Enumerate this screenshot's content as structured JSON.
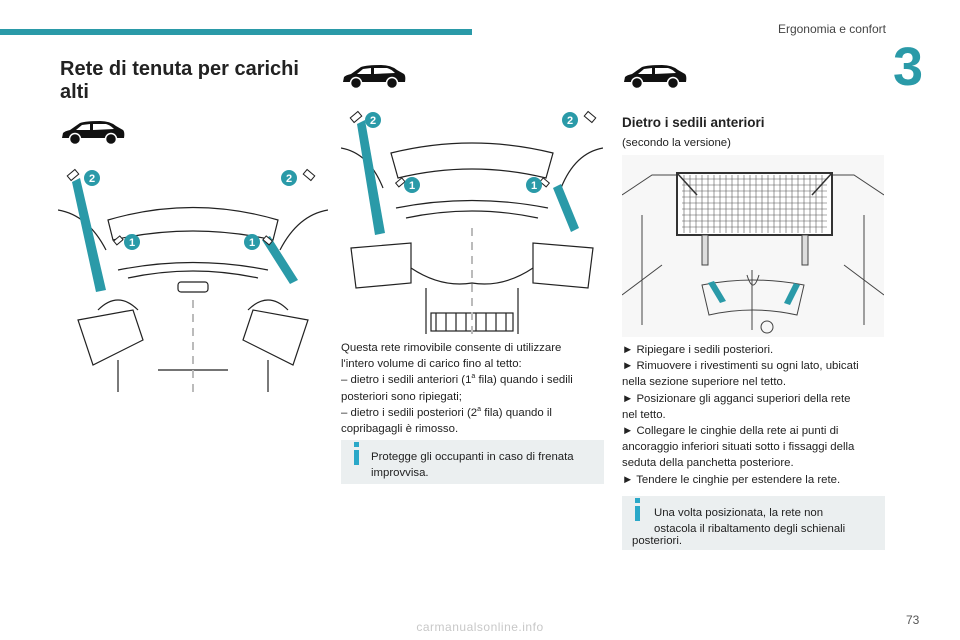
{
  "header": {
    "section": "Ergonomia e confort",
    "chapter": "3"
  },
  "page_number": "73",
  "footer_watermark": "carmanualsonline.info",
  "title": "Rete di tenuta per carichi alti",
  "middle_intro": {
    "line1": "Questa rete rimovibile consente di utilizzare",
    "line2": "l'intero volume di carico fino al tetto:",
    "line3a": "– dietro i sedili anteriori (1",
    "line3sup": "a",
    "line3b": " fila) quando i sedili",
    "line4": "posteriori sono ripiegati;",
    "line5a": "– dietro i sedili posteriori (2",
    "line5sup": "a",
    "line5b": " fila) quando il",
    "line6": "copribagagli è rimosso."
  },
  "middle_note": {
    "line1": "Protegge gli occupanti in caso di frenata",
    "line2": "improvvisa."
  },
  "right": {
    "heading": "Dietro i sedili anteriori",
    "subtitle": "(secondo la versione)",
    "steps": [
      "► Ripiegare i sedili posteriori.",
      "► Rimuovere i rivestimenti su ogni lato, ubicati",
      "nella sezione superiore nel tetto.",
      "► Posizionare gli agganci superiori della rete",
      "nel tetto.",
      "► Collegare le cinghie della rete ai punti di",
      "ancoraggio inferiori situati sotto i fissaggi della",
      "seduta della panchetta posteriore.",
      "► Tendere le cinghie per estendere la rete."
    ],
    "note": {
      "line1": "Una volta posizionata, la rete non",
      "line2": "ostacola il ribaltamento degli schienali",
      "line3": "posteriori."
    }
  },
  "callouts": {
    "one": "1",
    "two": "2"
  },
  "colors": {
    "accent": "#2a9aa8",
    "note_bg": "#ebeff0",
    "info_icon": "#2aa8c8"
  }
}
